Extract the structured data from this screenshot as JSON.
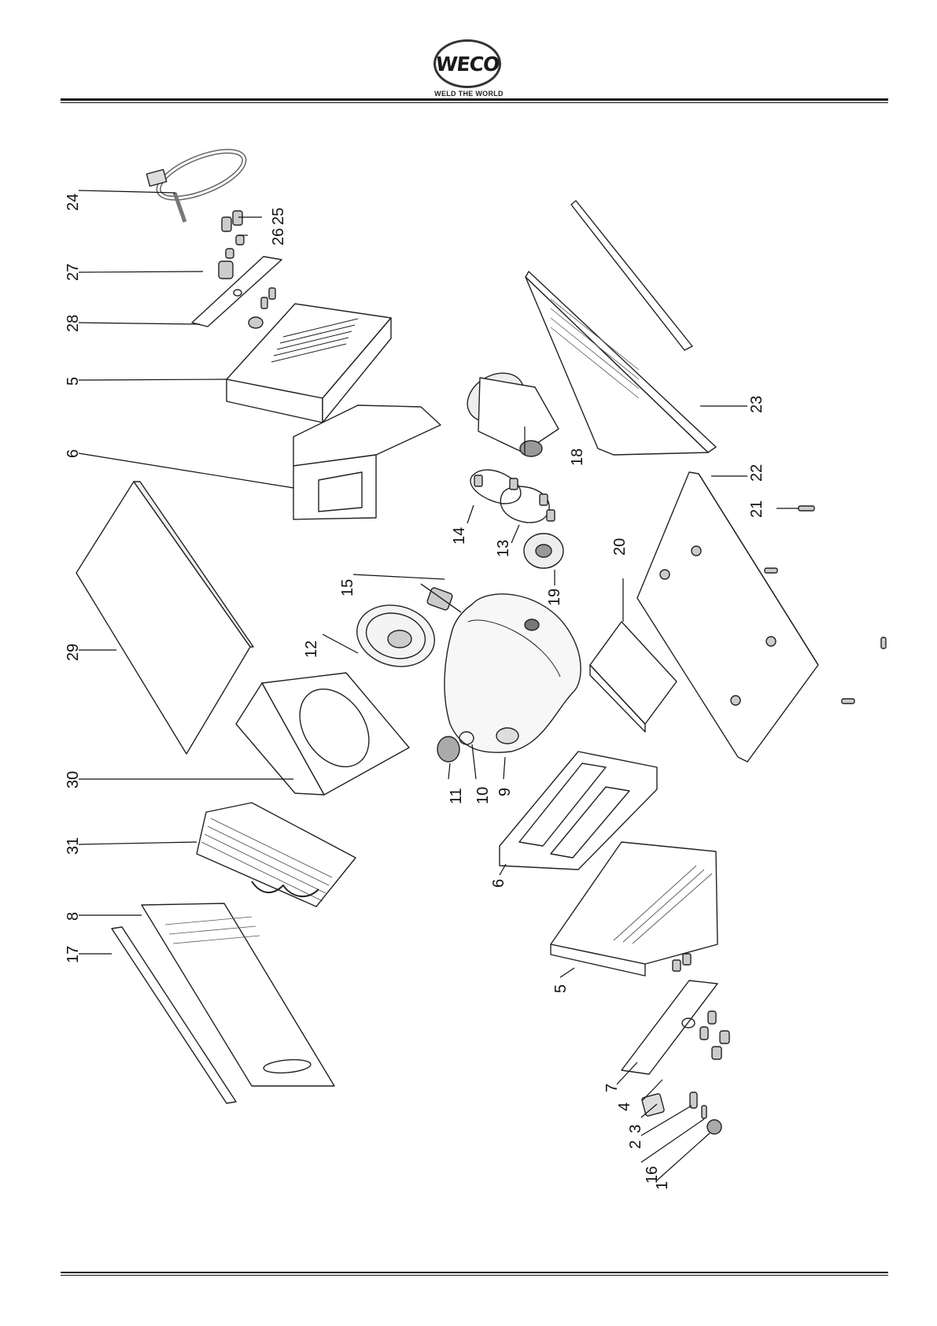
{
  "header": {
    "logo_text": "WECO",
    "tagline": "WELD THE WORLD"
  },
  "callouts": [
    {
      "id": "24",
      "text": "24"
    },
    {
      "id": "25",
      "text": "25"
    },
    {
      "id": "26",
      "text": "26"
    },
    {
      "id": "27",
      "text": "27"
    },
    {
      "id": "28",
      "text": "28"
    },
    {
      "id": "5a",
      "text": "5"
    },
    {
      "id": "6a",
      "text": "6"
    },
    {
      "id": "29",
      "text": "29"
    },
    {
      "id": "30",
      "text": "30"
    },
    {
      "id": "31",
      "text": "31"
    },
    {
      "id": "8",
      "text": "8"
    },
    {
      "id": "17",
      "text": "17"
    },
    {
      "id": "15",
      "text": "15"
    },
    {
      "id": "12",
      "text": "12"
    },
    {
      "id": "14",
      "text": "14"
    },
    {
      "id": "13",
      "text": "13"
    },
    {
      "id": "18",
      "text": "18"
    },
    {
      "id": "19",
      "text": "19"
    },
    {
      "id": "11",
      "text": "11"
    },
    {
      "id": "10",
      "text": "10"
    },
    {
      "id": "9",
      "text": "9"
    },
    {
      "id": "6b",
      "text": "6"
    },
    {
      "id": "5b",
      "text": "5"
    },
    {
      "id": "23",
      "text": "23"
    },
    {
      "id": "22",
      "text": "22"
    },
    {
      "id": "21",
      "text": "21"
    },
    {
      "id": "20",
      "text": "20"
    },
    {
      "id": "7",
      "text": "7"
    },
    {
      "id": "4",
      "text": "4"
    },
    {
      "id": "3",
      "text": "3"
    },
    {
      "id": "2",
      "text": "2"
    },
    {
      "id": "16",
      "text": "16"
    },
    {
      "id": "1",
      "text": "1"
    }
  ]
}
